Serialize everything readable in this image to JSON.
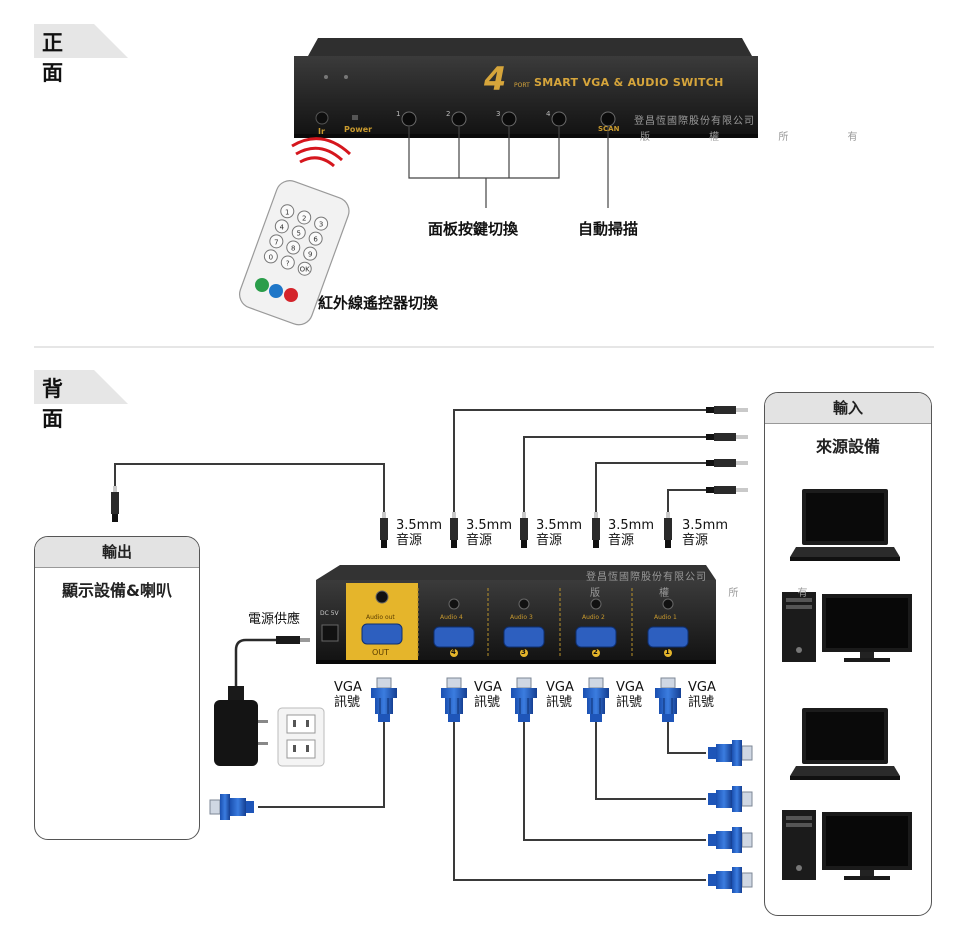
{
  "front": {
    "heading": "正面",
    "device_logo": "4",
    "device_port": "PORT",
    "device_title": "SMART VGA & AUDIO SWITCH",
    "ir_label": "Ir",
    "power_label": "Power",
    "button_labels": [
      "1",
      "2",
      "3",
      "4"
    ],
    "scan_label": "SCAN",
    "copyright_line1": "登昌恆國際股份有限公司",
    "copyright_line2": "版 權 所 有",
    "panel_buttons_label": "面板按鍵切換",
    "auto_scan_label": "自動掃描",
    "remote_label": "紅外線遙控器切換",
    "remote_keys": [
      "1",
      "2",
      "3",
      "4",
      "5",
      "6",
      "7",
      "8",
      "9",
      "0",
      "?",
      "OK"
    ]
  },
  "back": {
    "heading": "背面",
    "copyright_line1": "登昌恆國際股份有限公司",
    "copyright_line2": "版 權 所 有",
    "audio_label": "3.5mm\n音源",
    "vga_label": "VGA\n訊號",
    "power_supply_label": "電源供應",
    "dc_label": "DC 5V",
    "out_label": "OUT",
    "audio_out_label": "Audio out",
    "ports": [
      {
        "audio": "Audio 4",
        "num": "4"
      },
      {
        "audio": "Audio 3",
        "num": "3"
      },
      {
        "audio": "Audio 2",
        "num": "2"
      },
      {
        "audio": "Audio 1",
        "num": "1"
      }
    ],
    "output_box": {
      "title": "輸出",
      "subtitle": "顯示設備&喇叭"
    },
    "input_box": {
      "title": "輸入",
      "subtitle": "來源設備"
    }
  }
}
